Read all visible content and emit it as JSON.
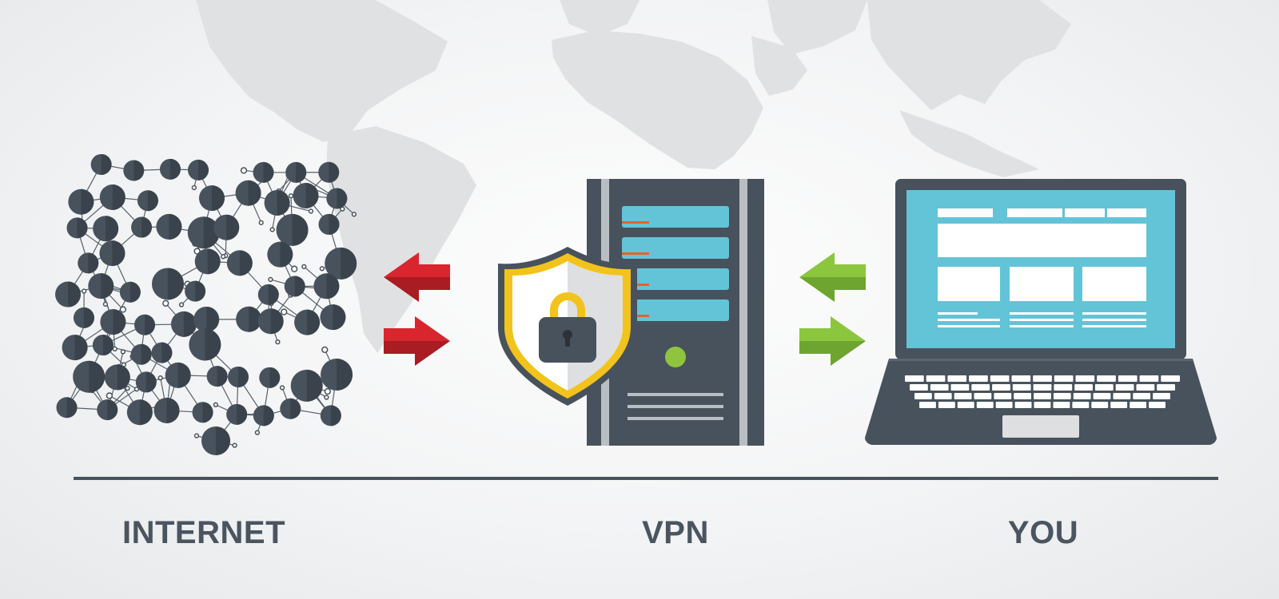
{
  "labels": {
    "internet": "INTERNET",
    "vpn": "VPN",
    "you": "YOU"
  },
  "icons": [
    "world-map",
    "network-nodes-icon",
    "arrow-left-icon",
    "arrow-right-icon",
    "server-tower-icon",
    "shield-icon",
    "padlock-icon",
    "laptop-icon"
  ],
  "colors": {
    "dark": "#48525c",
    "red_arrow": "#c62028",
    "green_arrow": "#7db843",
    "screen_cyan": "#63c4d7",
    "shield_gold": "#f2c31c",
    "map_gray": "#dfe1e3",
    "led_green": "#8fc43f"
  }
}
